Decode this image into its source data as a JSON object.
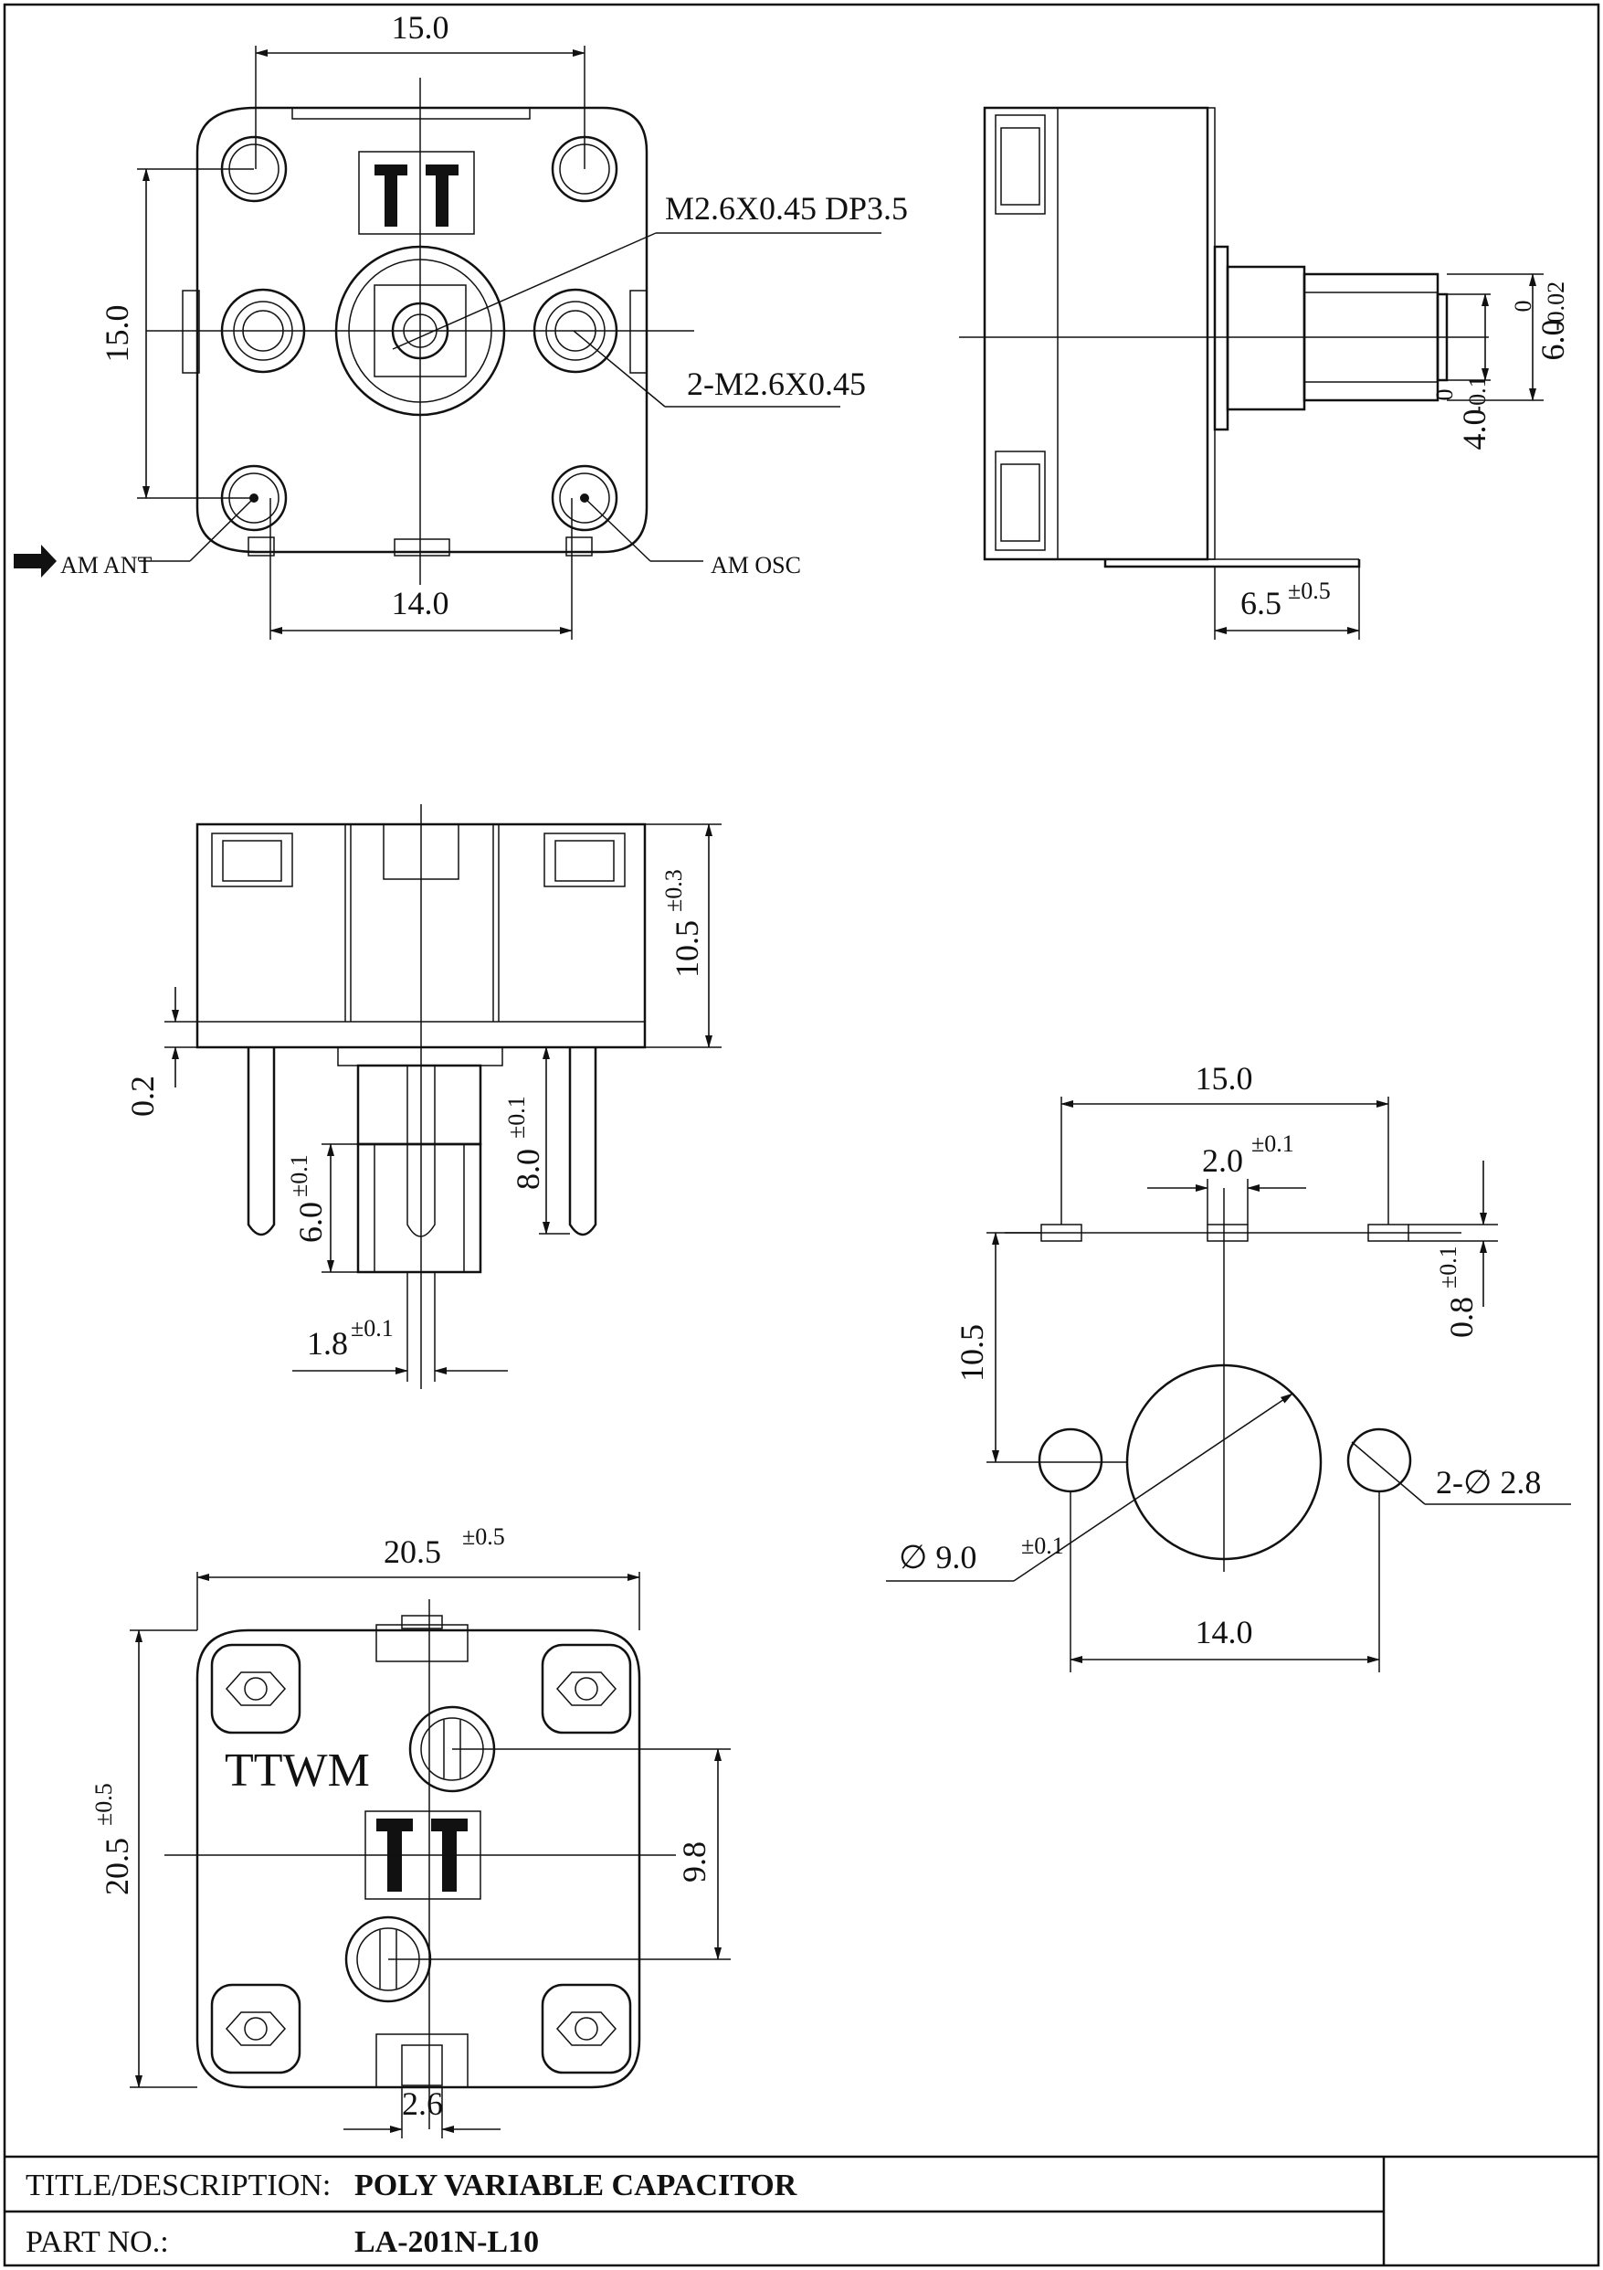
{
  "view_top": {
    "dim_width_top": "15.0",
    "dim_height_left": "15.0",
    "dim_width_bottom": "14.0",
    "note_center_thread": "M2.6X0.45 DP3.5",
    "note_side_thread": "2-M2.6X0.45",
    "label_ant": "AM ANT",
    "label_osc": "AM OSC"
  },
  "view_side": {
    "dim_shaft_dia": "6.0",
    "dim_shaft_dia_tol_upper": "0",
    "dim_shaft_dia_tol_lower": "-0.02",
    "dim_hub_dia": "4.0",
    "dim_hub_dia_tol_upper": "0",
    "dim_hub_dia_tol_lower": "-0.1",
    "dim_pin_len": "6.5",
    "dim_pin_len_tol": "±0.5"
  },
  "view_front": {
    "dim_body_height": "10.5",
    "dim_body_height_tol": "±0.3",
    "dim_gap": "0.2",
    "dim_shaft_len": "6.0",
    "dim_shaft_len_tol": "±0.1",
    "dim_pin_len": "8.0",
    "dim_pin_len_tol": "±0.1",
    "dim_slot": "1.8",
    "dim_slot_tol": "±0.1"
  },
  "view_pcb": {
    "dim_width_top": "15.0",
    "dim_pin_width": "2.0",
    "dim_pin_width_tol": "±0.1",
    "dim_pin_thk": "0.8",
    "dim_pin_thk_tol": "±0.1",
    "dim_height": "10.5",
    "dim_hole_side": "2-∅ 2.8",
    "dim_hole_center": "∅ 9.0",
    "dim_hole_center_tol": "±0.1",
    "dim_width_bottom": "14.0"
  },
  "view_bottom": {
    "dim_width": "20.5",
    "dim_width_tol": "±0.5",
    "dim_height": "20.5",
    "dim_height_tol": "±0.5",
    "brand": "TTWM",
    "dim_hole_pitch": "9.8",
    "dim_tab": "2.6"
  },
  "title_block": {
    "title_label": "TITLE/DESCRIPTION:",
    "title_value": "POLY VARIABLE CAPACITOR",
    "part_label": "PART NO.:",
    "part_value": "LA-201N-L10"
  }
}
